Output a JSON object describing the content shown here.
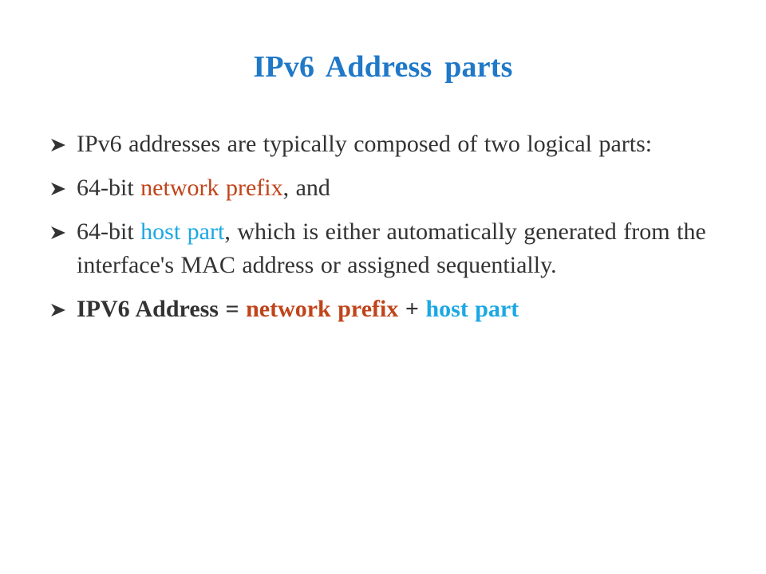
{
  "slide": {
    "title": "IPv6  Address parts",
    "bullets": [
      {
        "text": "IPv6 addresses are typically composed of two logical parts:"
      },
      {
        "prefix": "64-bit ",
        "highlight": "network prefix",
        "suffix": ", and"
      },
      {
        "prefix": "64-bit ",
        "highlight": "host part",
        "suffix": ", which is either automatically generated from the interface's MAC address or assigned sequentially."
      },
      {
        "part1": "IPV6 Address = ",
        "part2": "network prefix",
        "part3": " + ",
        "part4": "host part"
      }
    ]
  },
  "colors": {
    "title": "#1f78c8",
    "body_text": "#333333",
    "network_prefix": "#c0441a",
    "host_part": "#1ca8e3"
  },
  "icons": {
    "bullet_marker": "arrowhead-bullet-icon"
  }
}
